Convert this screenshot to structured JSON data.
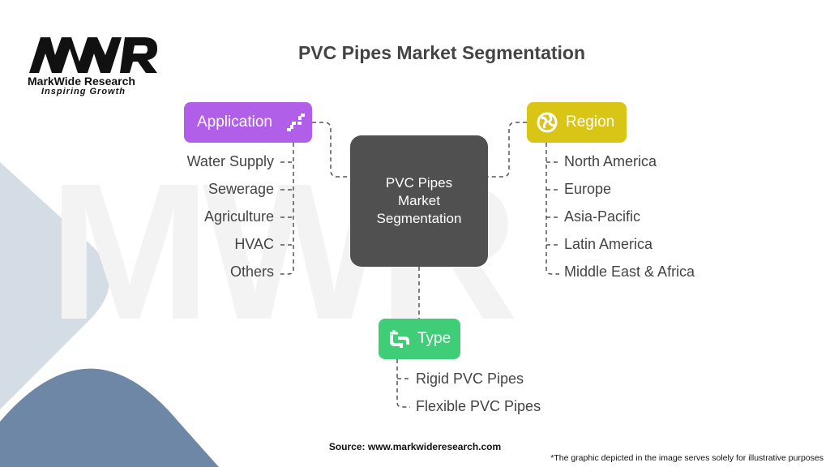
{
  "brand": {
    "name": "MarkWide Research",
    "tagline": "Inspiring Growth",
    "logo_text": "MWR"
  },
  "title": "PVC Pipes Market Segmentation",
  "center_label": "PVC Pipes Market Segmentation",
  "categories": {
    "application": {
      "label": "Application",
      "color": "#b15ee8",
      "icon": "pipe-icon",
      "items": [
        "Water Supply",
        "Sewerage",
        "Agriculture",
        "HVAC",
        "Others"
      ]
    },
    "region": {
      "label": "Region",
      "color": "#d8c516",
      "icon": "globe-icon",
      "items": [
        "North America",
        "Europe",
        "Asia-Pacific",
        "Latin America",
        "Middle East & Africa"
      ]
    },
    "type": {
      "label": "Type",
      "color": "#3fcd78",
      "icon": "faucet-icon",
      "items": [
        "Rigid PVC Pipes",
        "Flexible PVC Pipes"
      ]
    }
  },
  "source": "Source: www.markwideresearch.com",
  "disclaimer": "*The graphic depicted in the image serves solely for illustrative purposes"
}
